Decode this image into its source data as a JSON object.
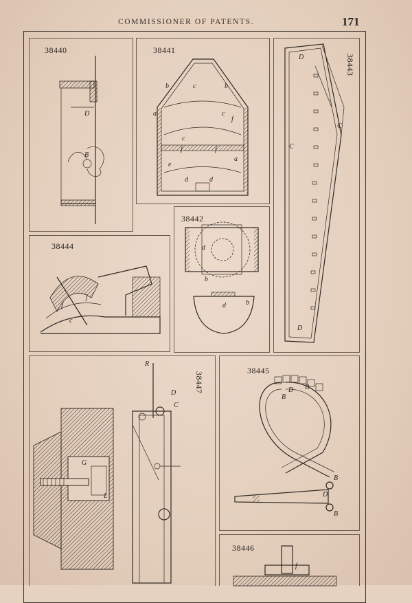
{
  "header": {
    "running_head": "COMMISSIONER OF PATENTS.",
    "page_number": "171"
  },
  "figures": [
    {
      "number": "38440",
      "letters": [
        "D",
        "B"
      ]
    },
    {
      "number": "38441",
      "letters": [
        "b",
        "c",
        "b",
        "a",
        "c",
        "f",
        "c",
        "f",
        "f",
        "e",
        "a",
        "d",
        "d"
      ]
    },
    {
      "number": "38443",
      "letters": [
        "D",
        "C",
        "C",
        "D"
      ]
    },
    {
      "number": "38442",
      "letters": [
        "d",
        "b",
        "d",
        "b"
      ]
    },
    {
      "number": "38444",
      "letters": [
        "j",
        "f",
        "c"
      ]
    },
    {
      "number": "38447",
      "letters": [
        "R",
        "D",
        "C",
        "G",
        "L"
      ]
    },
    {
      "number": "38445",
      "letters": [
        "D",
        "B",
        "B",
        "B",
        "D",
        "B"
      ]
    },
    {
      "number": "38446",
      "letters": [
        "f"
      ]
    }
  ]
}
